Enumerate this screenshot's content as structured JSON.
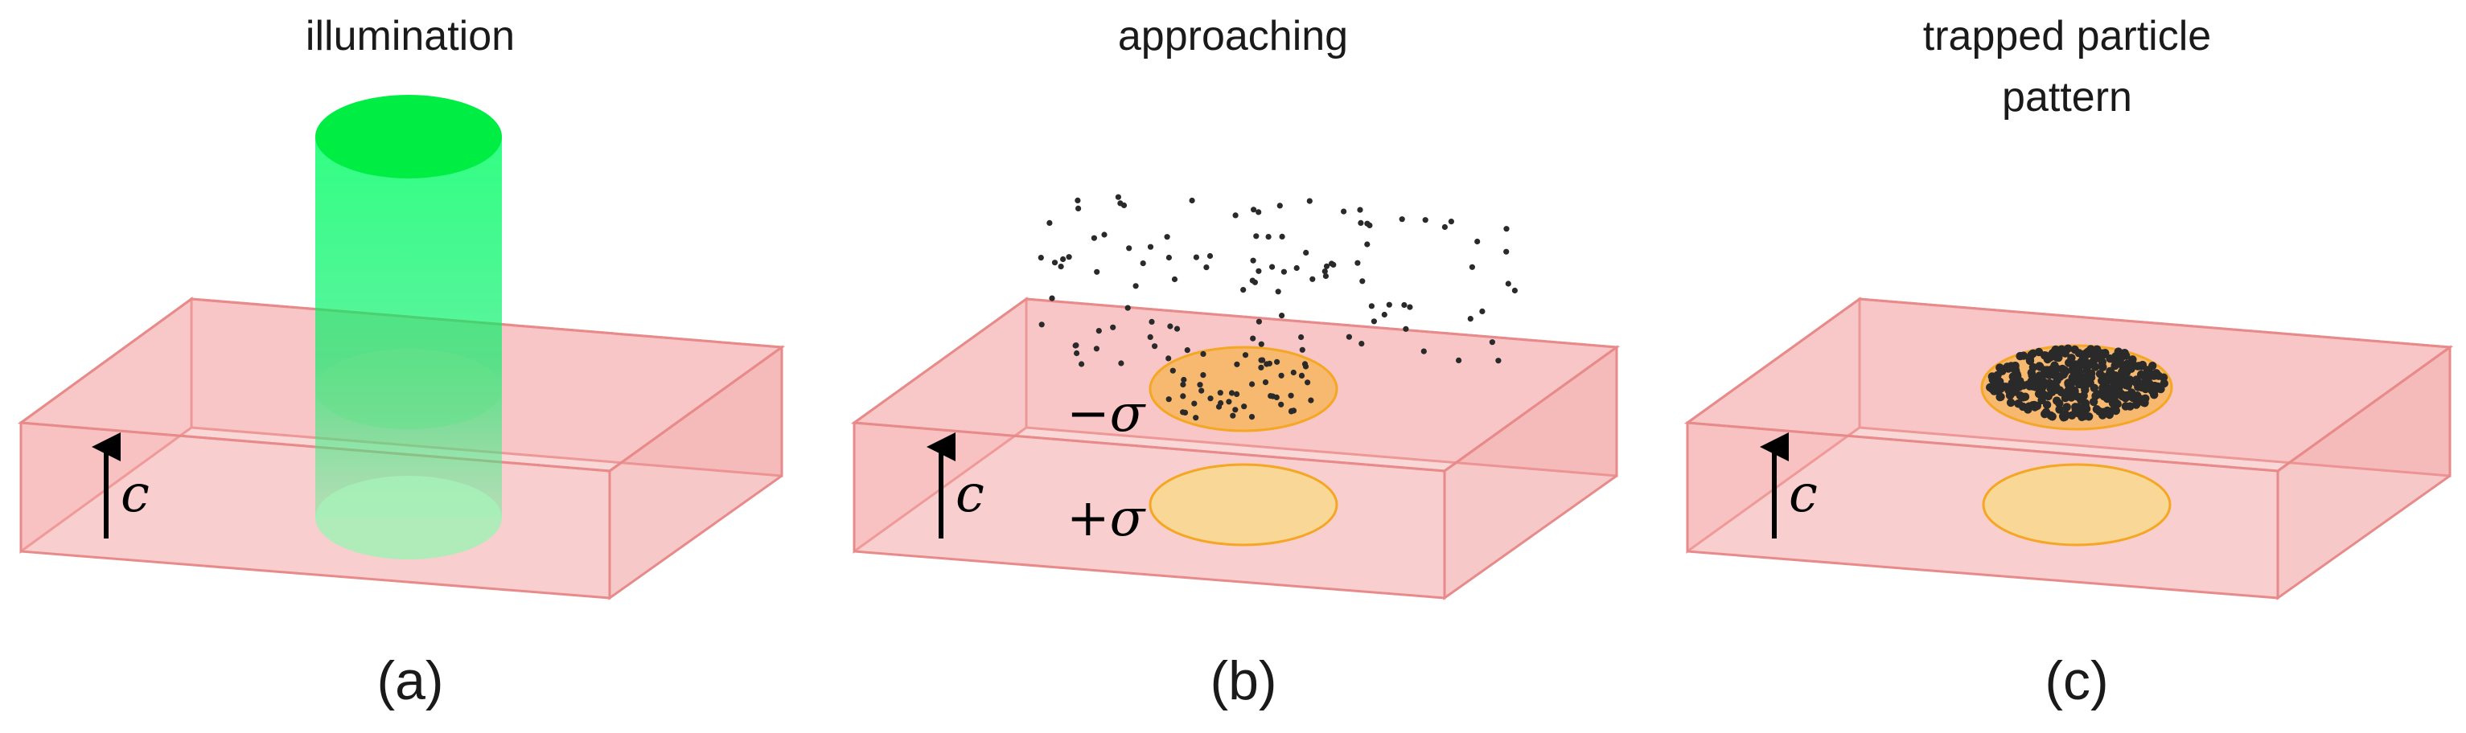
{
  "panels": [
    {
      "id": "a",
      "title_lines": [
        "illumination"
      ],
      "caption": "(a)",
      "axis_label": "c"
    },
    {
      "id": "b",
      "title_lines": [
        "approaching"
      ],
      "caption": "(b)",
      "axis_label": "c",
      "top_charge_label": "−σ",
      "bottom_charge_label": "+σ"
    },
    {
      "id": "c",
      "title_lines": [
        "trapped particle",
        "pattern"
      ],
      "caption": "(c)",
      "axis_label": "c"
    }
  ],
  "colors": {
    "crystal_fill": "#f4a6a6",
    "crystal_edge": "#e88a8a",
    "beam": "#00ff66",
    "charged_region_top": "#f7b870",
    "charged_region_bottom": "#f8d890",
    "charged_region_edge": "#f5a623",
    "particle": "#2a2a2a"
  }
}
